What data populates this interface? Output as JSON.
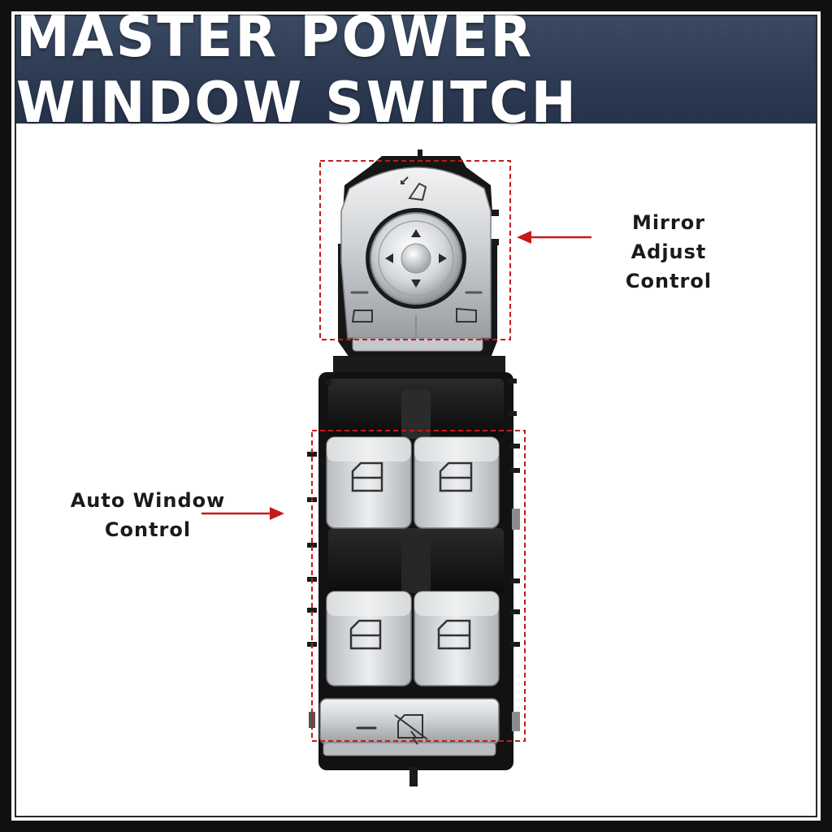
{
  "header": {
    "title": "MASTER POWER WINDOW SWITCH"
  },
  "callouts": {
    "mirror": {
      "line1": "Mirror Adjust",
      "line2": "Control"
    },
    "window": {
      "line1": "Auto Window",
      "line2": "Control"
    }
  },
  "colors": {
    "header_bg": "#2c3a52",
    "callout_dash": "#c41a1a",
    "switch_silver": "#c9ccd0",
    "housing_black": "#141414"
  }
}
